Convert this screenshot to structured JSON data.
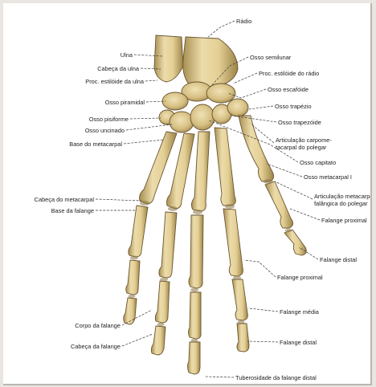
{
  "labels": {
    "radio": "Rádio",
    "ulna": "Ulna",
    "cabeca_ulna": "Cabeça da ulna",
    "proc_estiloide_ulna": "Proc. estilóide da ulna",
    "osso_piramidal": "Osso piramidal",
    "osso_pisiforme": "Osso pisiforme",
    "osso_uncinado": "Osso uncinado",
    "base_metacarpal": "Base do metacarpal",
    "cabeca_metacarpal": "Cabeça do metacarpal",
    "base_falange": "Base da falange",
    "corpo_falange": "Corpo da falange",
    "cabeca_falange": "Cabeça da falange",
    "osso_semilunar": "Osso semilunar",
    "proc_estiloide_radio": "Proc. estilóide do rádio",
    "osso_escafoide": "Osso escafóide",
    "osso_trapezio": "Osso trapézio",
    "osso_trapezoide": "Osso trapezóide",
    "art_carpometacarpal_1": "Articulação carpome-",
    "art_carpometacarpal_2": "tacarpal do polegar",
    "osso_capitato": "Osso capitato",
    "osso_metacarpal_1": "Osso metacarpal I",
    "art_metacarpofalangica_1": "Articulação metacarpo-",
    "art_metacarpofalangica_2": "falângica do polegar",
    "falange_proximal_polegar": "Falange proximal",
    "falange_distal_polegar": "Falange distal",
    "falange_proximal": "Falange proximal",
    "falange_media": "Falange média",
    "falange_distal": "Falange distal",
    "tuberosidade": "Tuberosidade da falange distal"
  },
  "colors": {
    "bone_light": "#ecdcab",
    "bone_mid": "#d6bf82",
    "bone_dark": "#a88f52",
    "outline": "#6a5630",
    "leader": "#3a3a3a",
    "text": "#1e1e1e"
  }
}
